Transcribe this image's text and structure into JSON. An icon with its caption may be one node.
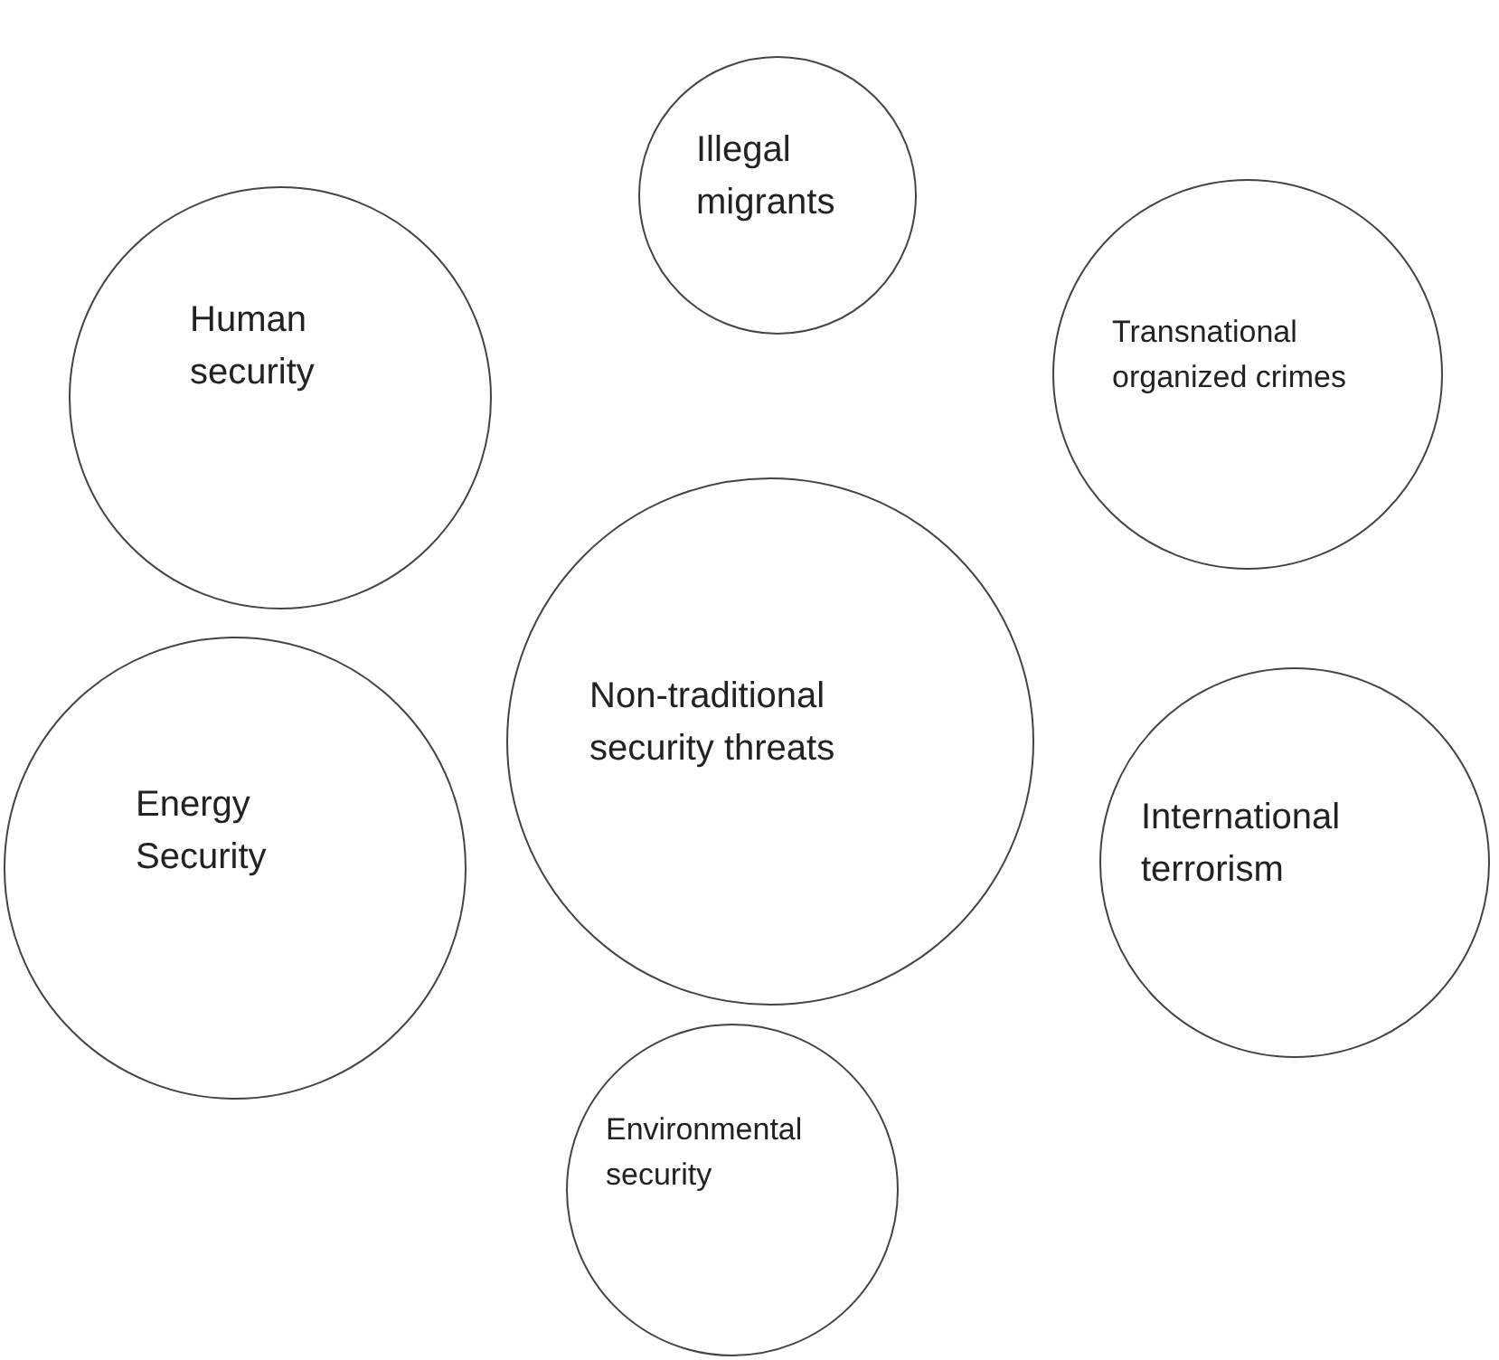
{
  "diagram": {
    "nodes": [
      {
        "text": [
          "Illegal migrants"
        ]
      },
      {
        "text": [
          "Human security"
        ]
      },
      {
        "text": [
          "Transnational organized crimes"
        ]
      },
      {
        "text": [
          "Non-traditional security threats"
        ]
      },
      {
        "text": [
          "Energy Security"
        ]
      },
      {
        "text": [
          "International terrorism"
        ]
      },
      {
        "text": [
          "Environmental security"
        ]
      }
    ]
  }
}
